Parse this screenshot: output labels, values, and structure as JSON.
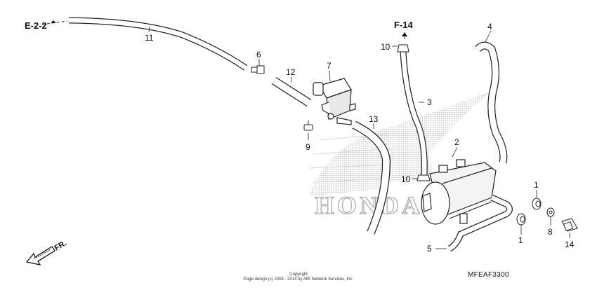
{
  "refs": {
    "e": "E-2-2",
    "f": "F-14",
    "fr": "FR."
  },
  "labels": {
    "p1a": "1",
    "p1b": "1",
    "p2": "2",
    "p3": "3",
    "p4": "4",
    "p5": "5",
    "p6": "6",
    "p7": "7",
    "p8": "8",
    "p9": "9",
    "p10a": "10",
    "p10b": "10",
    "p11": "11",
    "p12": "12",
    "p13": "13",
    "p14": "14"
  },
  "watermark": "HONDA",
  "footer": {
    "line1": "Copyright",
    "line2": "Page design (c) 2004 - 2014 by ARI Network Services, Inc."
  },
  "diagram_code": "MFEAF3300"
}
